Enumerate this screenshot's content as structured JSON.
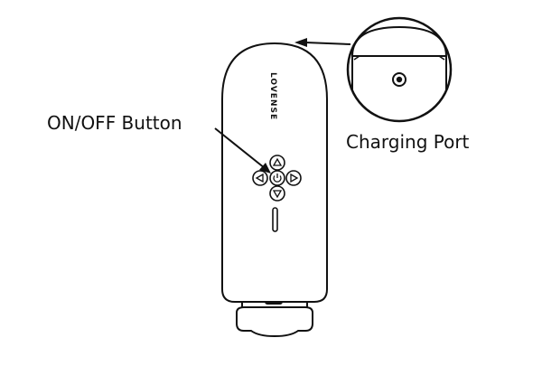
{
  "labels": {
    "on_off_button": "ON/OFF Button",
    "charging_port": "Charging Port"
  },
  "device": {
    "brand_text": "LOVENSE"
  },
  "icons": {
    "up": "triangle-up-icon",
    "down": "triangle-down-icon",
    "left": "triangle-left-icon",
    "right": "triangle-right-icon",
    "power": "power-icon"
  },
  "colors": {
    "stroke": "#111111",
    "background": "#ffffff"
  }
}
